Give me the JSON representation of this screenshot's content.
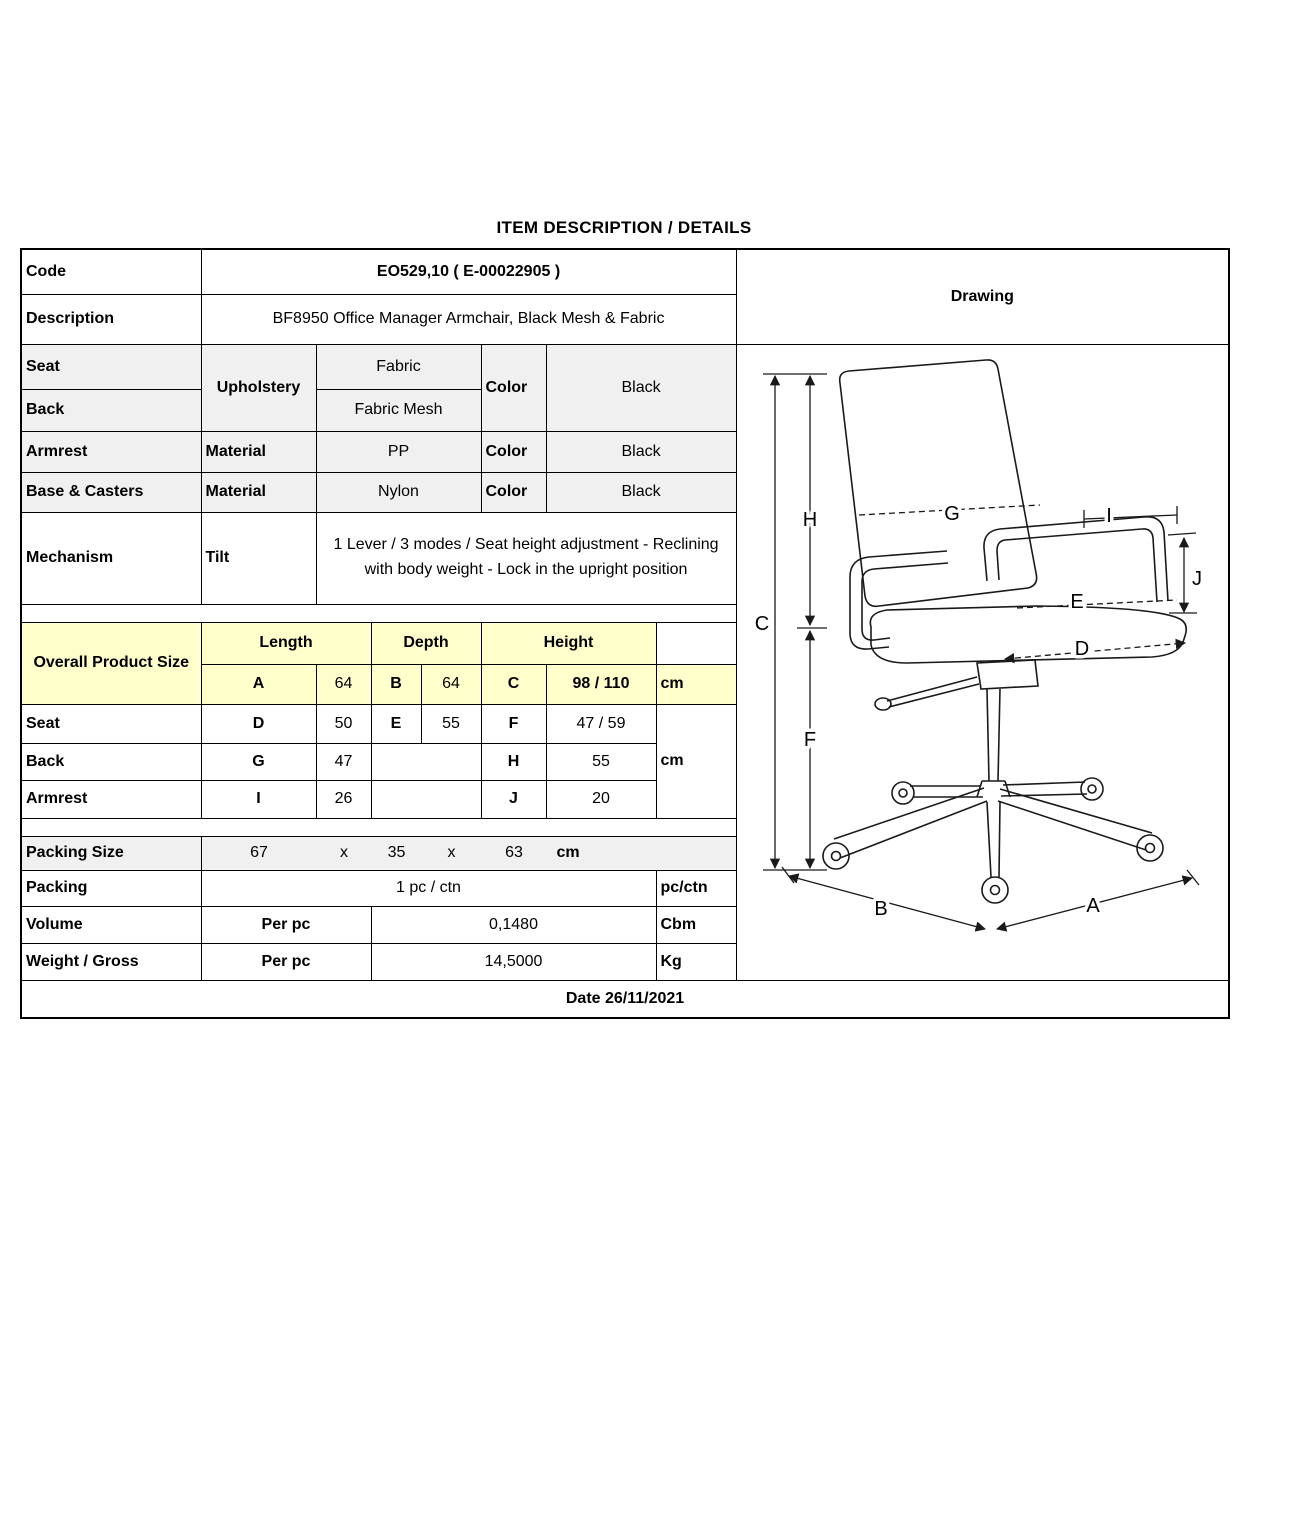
{
  "title": "ITEM DESCRIPTION / DETAILS",
  "info": {
    "code_label": "Code",
    "code_value": "EO529,10  ( E-00022905 )",
    "description_label": "Description",
    "description_value": "BF8950 Office Manager Armchair, Black Mesh & Fabric",
    "seat_label": "Seat",
    "back_label": "Back",
    "upholstery_label": "Upholstery",
    "seat_upholstery": "Fabric",
    "back_upholstery": "Fabric Mesh",
    "color_label1": "Color",
    "seat_back_color": "Black",
    "armrest_label": "Armrest",
    "material_label1": "Material",
    "armrest_material": "PP",
    "color_label2": "Color",
    "armrest_color": "Black",
    "base_label": "Base & Casters",
    "material_label2": "Material",
    "base_material": "Nylon",
    "color_label3": "Color",
    "base_color": "Black",
    "mechanism_label": "Mechanism",
    "tilt_label": "Tilt",
    "mechanism_value": "1 Lever / 3 modes / Seat height adjustment - Reclining with body weight - Lock in the upright position"
  },
  "dimensions": {
    "section_label": "Overall Product Size",
    "length_label": "Length",
    "depth_label": "Depth",
    "height_label": "Height",
    "overall": {
      "a_key": "A",
      "a": "64",
      "b_key": "B",
      "b": "64",
      "c_key": "C",
      "c": "98 / 110",
      "unit": "cm"
    },
    "seat": {
      "label": "Seat",
      "d_key": "D",
      "d": "50",
      "e_key": "E",
      "e": "55",
      "f_key": "F",
      "f": "47 / 59"
    },
    "back": {
      "label": "Back",
      "g_key": "G",
      "g": "47",
      "h_key": "H",
      "h": "55"
    },
    "armrest": {
      "label": "Armrest",
      "i_key": "I",
      "i": "26",
      "j_key": "J",
      "j": "20"
    },
    "unit": "cm"
  },
  "packing": {
    "size_label": "Packing Size",
    "size_l": "67",
    "size_x1": "x",
    "size_w": "35",
    "size_x2": "x",
    "size_h": "63",
    "size_unit": "cm",
    "packing_label": "Packing",
    "packing_value": "1 pc / ctn",
    "packing_unit": "pc/ctn",
    "volume_label": "Volume",
    "volume_per": "Per pc",
    "volume_value": "0,1480",
    "volume_unit": "Cbm",
    "weight_label": "Weight / Gross",
    "weight_per": "Per pc",
    "weight_value": "14,5000",
    "weight_unit": "Kg"
  },
  "footer": {
    "date": "Date 26/11/2021"
  },
  "drawing": {
    "title": "Drawing",
    "labels": {
      "a": "A",
      "b": "B",
      "c": "C",
      "d": "D",
      "e": "E",
      "f": "F",
      "g": "G",
      "h": "H",
      "i": "I",
      "j": "J"
    }
  }
}
